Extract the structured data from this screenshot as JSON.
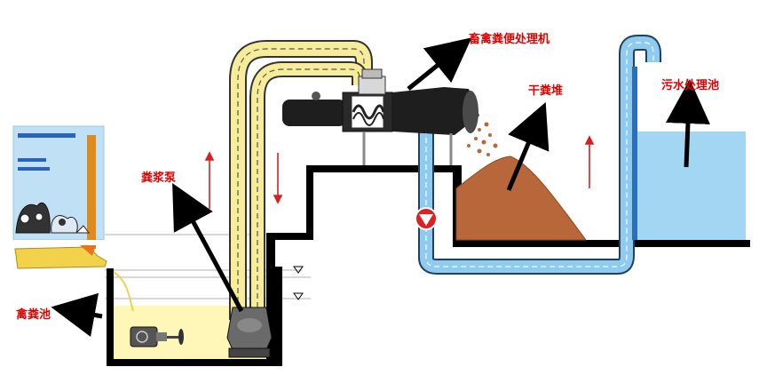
{
  "labels": {
    "manure_pit": "禽粪池",
    "slurry_pump": "粪浆泵",
    "separator": "畜禽粪便处理机",
    "dry_pile": "干粪堆",
    "sewage_pool": "污水处理池"
  },
  "colors": {
    "label_text": "#e00000",
    "slurry": "#fff7b8",
    "pipe_yellow": "#f6ec9a",
    "pipe_blue": "#8fcbee",
    "water": "#a3d6f2",
    "manure": "#b8673a",
    "wall": "#000000",
    "flow_arrow": "#d62020",
    "shed_background": "#bfe0f5"
  },
  "icons": [
    "level-marker-icon",
    "flow-direction-icon",
    "check-valve-icon",
    "motor-icon"
  ]
}
